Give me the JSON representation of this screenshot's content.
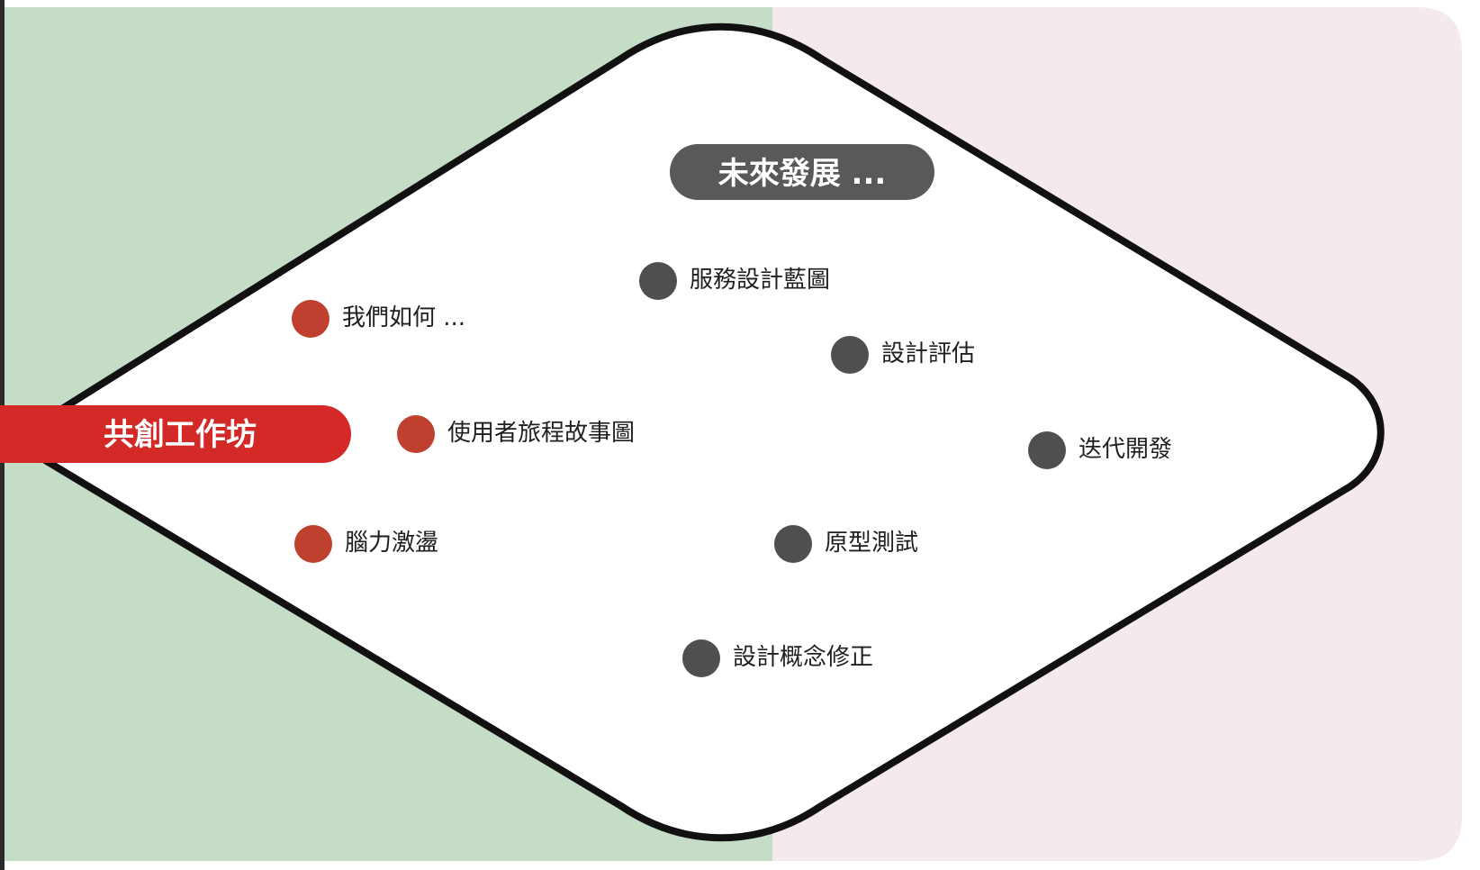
{
  "colors": {
    "left_background": "#c5ddc6",
    "right_background": "#f4eaeb",
    "diamond_fill": "#ffffff",
    "diamond_outline": "#111111",
    "workshop_pill": "#d32a27",
    "future_pill": "#595959",
    "workshop_dot": "#c0402f",
    "development_dot": "#4f4f4f",
    "label_text": "#1f1f1f"
  },
  "workshop_label": "共創工作坊",
  "future_label": "未來發展 ...",
  "workshop_nodes": [
    {
      "label": "我們如何 ...",
      "icon": "red-dot-icon"
    },
    {
      "label": "使用者旅程故事圖",
      "icon": "red-dot-icon"
    },
    {
      "label": "腦力激盪",
      "icon": "red-dot-icon"
    }
  ],
  "development_nodes": [
    {
      "label": "服務設計藍圖",
      "icon": "gray-dot-icon"
    },
    {
      "label": "設計評估",
      "icon": "gray-dot-icon"
    },
    {
      "label": "迭代開發",
      "icon": "gray-dot-icon"
    },
    {
      "label": "原型測試",
      "icon": "gray-dot-icon"
    },
    {
      "label": "設計概念修正",
      "icon": "gray-dot-icon"
    }
  ]
}
